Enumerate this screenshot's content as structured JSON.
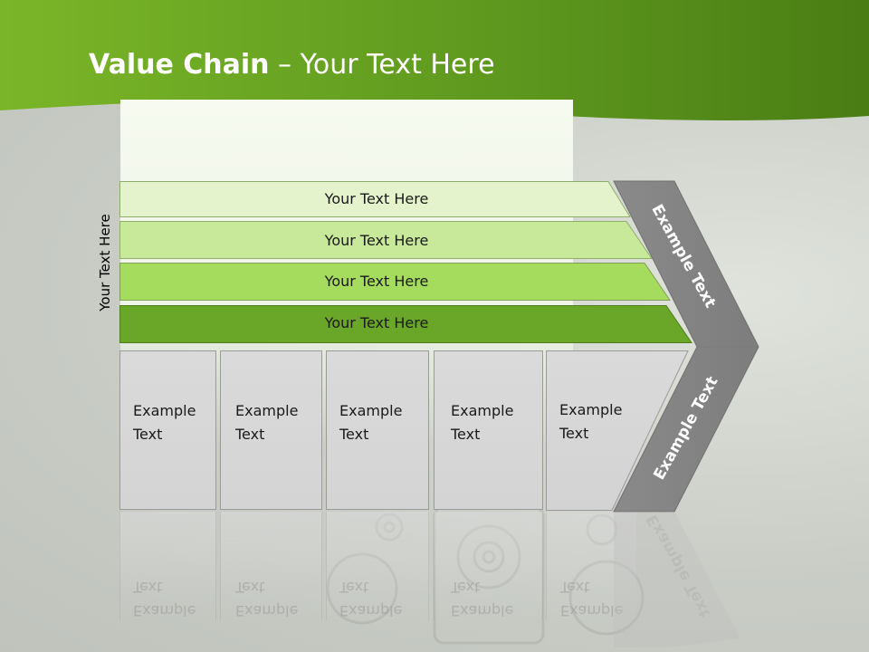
{
  "title": {
    "bold": "Value Chain",
    "rest": " – Your Text Here"
  },
  "vertical_label": "Your Text Here",
  "bars": [
    {
      "label": "Your Text Here",
      "color": "#e4f3cc"
    },
    {
      "label": "Your Text Here",
      "color": "#c8e89a"
    },
    {
      "label": "Your Text Here",
      "color": "#a6dc5e"
    },
    {
      "label": "Your Text Here",
      "color": "#6aa628"
    }
  ],
  "boxes": [
    {
      "line1": "Example",
      "line2": "Text"
    },
    {
      "line1": "Example",
      "line2": "Text"
    },
    {
      "line1": "Example",
      "line2": "Text"
    },
    {
      "line1": "Example",
      "line2": "Text"
    },
    {
      "line1": "Example",
      "line2": "Text"
    }
  ],
  "chevron": {
    "top_label": "Example Text",
    "bottom_label": "Example Text",
    "color": "#8c8c8c"
  },
  "colors": {
    "header_green": "#5e9a1e",
    "header_dark": "#4a7a12"
  }
}
